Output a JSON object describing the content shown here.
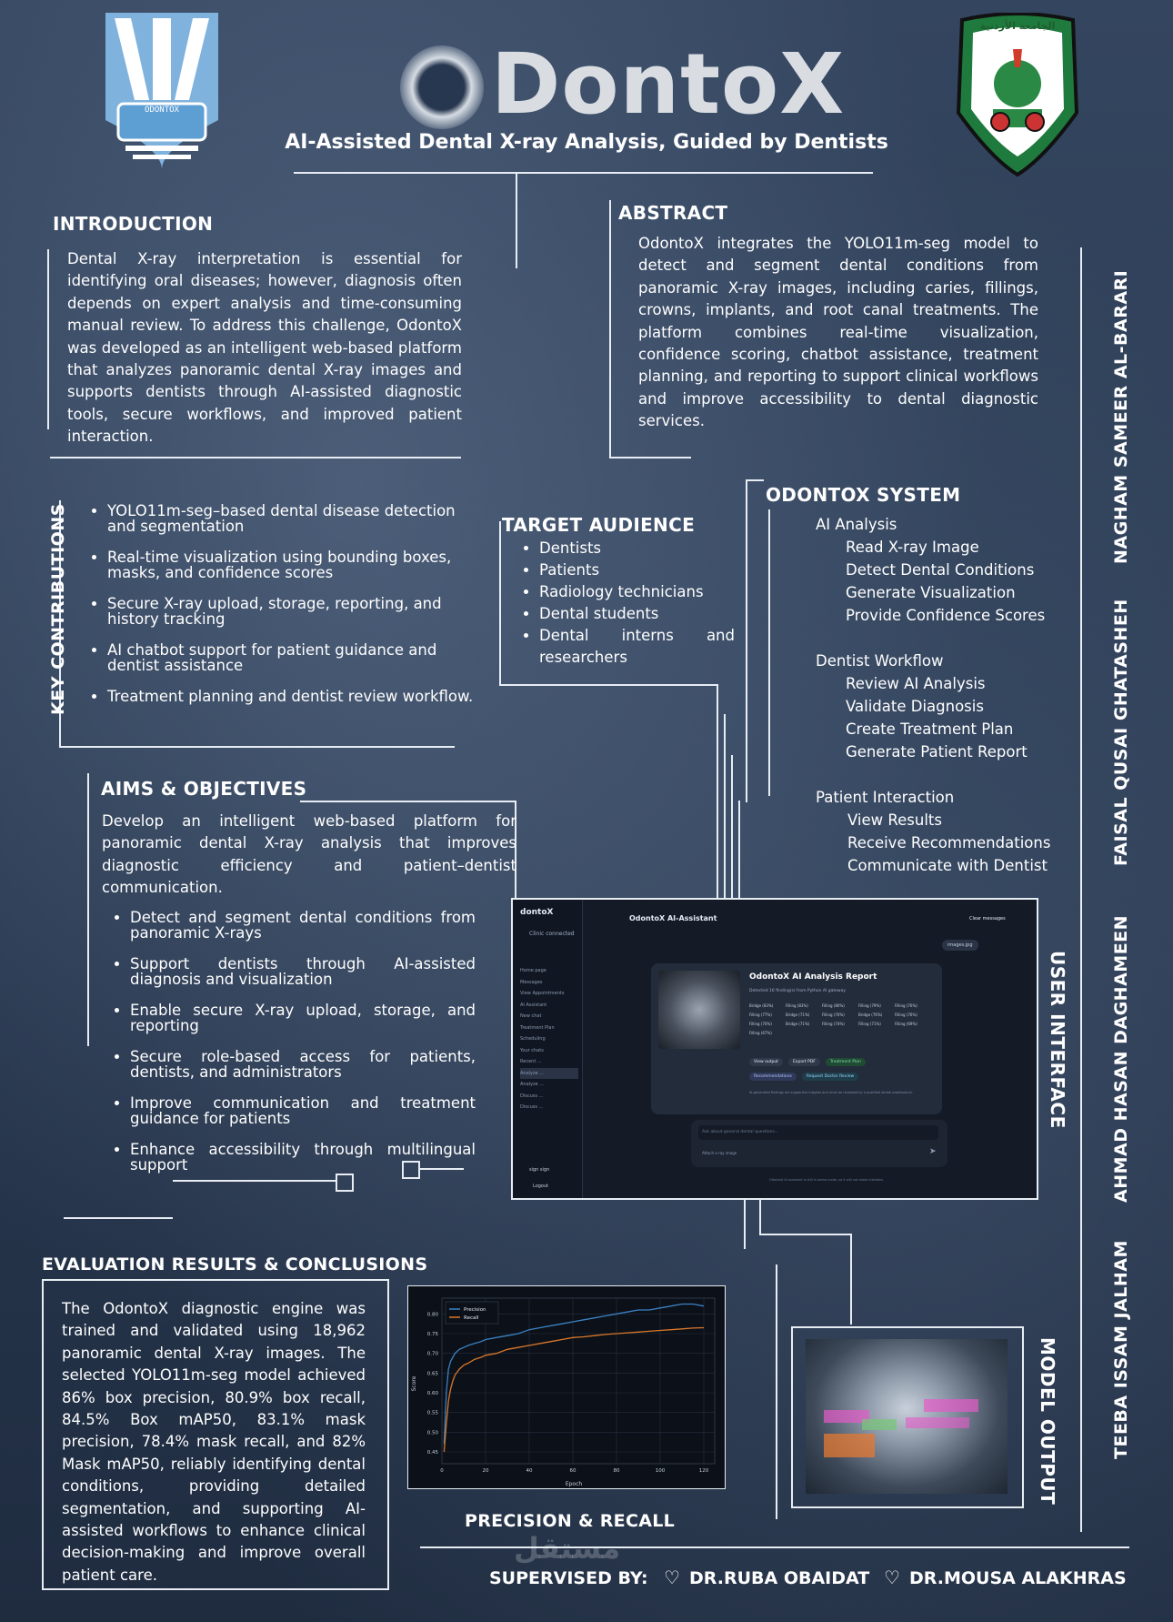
{
  "header": {
    "title": "DontoX",
    "subtitle": "AI-Assisted Dental X-ray Analysis, Guided by Dentists",
    "left_logo_text": "ODONTOX",
    "right_logo_text": "الجامعة الأردنية"
  },
  "introduction": {
    "heading": "INTRODUCTION",
    "text": "Dental X-ray interpretation is essential for identifying oral diseases; however, diagnosis often depends on expert analysis and time-consuming manual review. To address this challenge, OdontoX was developed as an intelligent web-based platform that analyzes panoramic dental X-ray images and supports dentists through AI-assisted diagnostic tools, secure workflows, and improved patient interaction."
  },
  "abstract": {
    "heading": "ABSTRACT",
    "text": "OdontoX integrates the YOLO11m-seg model to detect and segment dental conditions from panoramic X-ray images, including caries, fillings, crowns, implants, and root canal treatments. The platform combines real-time visualization, confidence scoring, chatbot assistance, treatment planning, and reporting to support clinical workflows and improve accessibility to dental diagnostic services."
  },
  "key_contributions": {
    "heading": "KEY CONTRIBUTIONS",
    "items": [
      "YOLO11m-seg–based dental disease detection and segmentation",
      "Real-time visualization using bounding boxes, masks, and confidence scores",
      " Secure X-ray upload, storage, reporting, and history tracking",
      "AI chatbot support for patient guidance and dentist assistance",
      "Treatment planning and dentist review workflow."
    ]
  },
  "target_audience": {
    "heading": "TARGET AUDIENCE",
    "items": [
      "Dentists",
      "Patients",
      "Radiology technicians",
      "Dental students",
      "Dental interns and researchers"
    ]
  },
  "system": {
    "heading": "ODONTOX SYSTEM",
    "groups": [
      {
        "label": "AI Analysis",
        "children": [
          "Read X-ray Image",
          "Detect Dental Conditions",
          "Generate Visualization",
          "Provide Confidence Scores"
        ]
      },
      {
        "label": "Dentist Workflow",
        "children": [
          "Review AI Analysis",
          "Validate Diagnosis",
          "Create Treatment Plan",
          "Generate Patient Report"
        ]
      },
      {
        "label": "Patient Interaction",
        "children": [
          "View Results",
          "Receive Recommendations",
          "Communicate with Dentist"
        ]
      }
    ]
  },
  "aims": {
    "heading": "AIMS & OBJECTIVES",
    "intro": "Develop an intelligent web-based platform for panoramic dental X-ray analysis that improves diagnostic efficiency and patient–dentist communication.",
    "items": [
      "Detect and segment dental conditions from panoramic X-rays",
      "Support dentists through AI-assisted diagnosis and visualization",
      "Enable secure X-ray upload, storage, and reporting",
      "Secure role-based access for patients, dentists, and administrators",
      "Improve communication and treatment guidance for patients",
      "Enhance accessibility through multilingual support"
    ]
  },
  "ui_mock": {
    "label": "USER INTERFACE",
    "app_name": "dontoX",
    "status": "Clinic connected",
    "panel_title": "OdontoX AI-Assistant",
    "clear": "Clear messages",
    "file_chip": "images.jpg",
    "report_title": "OdontoX AI Analysis Report",
    "report_sub": "Detected 16 finding(s) from Python AI gateway",
    "findings": [
      "Bridge (83%)",
      "Filling (83%)",
      "Filling (80%)",
      "Filling (79%)",
      "Filling (76%)",
      "Filling (77%)",
      "Bridge (71%)",
      "Filling (70%)",
      "Bridge (76%)",
      "Filling (76%)",
      "Filling (70%)",
      "Bridge (71%)",
      "Filling (74%)",
      "Filling (71%)",
      "Filling (69%)",
      "Filling (67%)"
    ],
    "buttons": [
      "View output",
      "Export PDF",
      "Treatment Plan",
      "Recommendations",
      "Request Doctor Review"
    ],
    "disclaimer": "AI-generated findings are supportive insights and must be reviewed by a qualified dental professional.",
    "input_placeholder": "Ask about general dental questions...",
    "attach": "Attach x-ray image",
    "nav": [
      "Home page",
      "Messages",
      "View Appointments",
      "AI Assistant",
      "New chat",
      "Treatment Plan",
      "Scheduling",
      "Your chats",
      "Recent ...",
      "Analyze ...",
      "Analyze ...",
      "Discuss ...",
      "Discuss ..."
    ],
    "user": "sign sign",
    "logout": "Logout",
    "footer_note": "OdontoX AI assistant is still in demo mode, so it will not make mistakes."
  },
  "evaluation": {
    "heading": "EVALUATION RESULTS & CONCLUSIONS",
    "text": "The OdontoX diagnostic engine was trained and validated using 18,962 panoramic dental X-ray images. The selected YOLO11m-seg model achieved 86% box precision, 80.9% box recall, 84.5% Box mAP50, 83.1% mask precision, 78.4% mask recall, and 82% Mask mAP50, reliably identifying dental conditions, providing detailed segmentation, and supporting AI-assisted workflows to enhance clinical decision-making and improve overall patient care."
  },
  "chart_caption": "PRECISION & RECALL",
  "model_output_label": "MODEL OUTPUT",
  "chart_data": {
    "type": "line",
    "xlabel": "Epoch",
    "ylabel": "Score",
    "xlim": [
      0,
      125
    ],
    "ylim": [
      0.42,
      0.84
    ],
    "xticks": [
      0,
      20,
      40,
      60,
      80,
      100,
      120
    ],
    "yticks": [
      0.45,
      0.5,
      0.55,
      0.6,
      0.65,
      0.7,
      0.75,
      0.8
    ],
    "legend_position": "top-left",
    "grid": true,
    "x": [
      1,
      2,
      3,
      4,
      5,
      6,
      8,
      10,
      12,
      15,
      18,
      20,
      25,
      30,
      35,
      40,
      45,
      50,
      55,
      60,
      65,
      70,
      75,
      80,
      85,
      90,
      95,
      100,
      105,
      110,
      115,
      120
    ],
    "series": [
      {
        "name": "Precision",
        "color": "#3b82c4",
        "values": [
          0.47,
          0.6,
          0.66,
          0.68,
          0.69,
          0.7,
          0.71,
          0.715,
          0.72,
          0.725,
          0.73,
          0.735,
          0.74,
          0.745,
          0.75,
          0.76,
          0.765,
          0.77,
          0.775,
          0.78,
          0.785,
          0.79,
          0.795,
          0.8,
          0.805,
          0.81,
          0.81,
          0.815,
          0.82,
          0.825,
          0.825,
          0.82
        ]
      },
      {
        "name": "Recall",
        "color": "#d9772b",
        "values": [
          0.45,
          0.52,
          0.58,
          0.61,
          0.63,
          0.645,
          0.66,
          0.67,
          0.675,
          0.685,
          0.69,
          0.695,
          0.7,
          0.71,
          0.715,
          0.72,
          0.725,
          0.73,
          0.735,
          0.74,
          0.742,
          0.745,
          0.748,
          0.75,
          0.752,
          0.754,
          0.756,
          0.758,
          0.76,
          0.762,
          0.764,
          0.765
        ]
      }
    ]
  },
  "authors": [
    "NAGHAM SAMEER AL-BARARI",
    "FAISAL QUSAI GHATASHEH",
    "AHMAD HASAN DAGHAMEEN",
    "TEEBA ISSAM JALHAM"
  ],
  "supervisors": {
    "label": "SUPERVISED BY:",
    "names": [
      "DR.RUBA OBAIDAT",
      "DR.MOUSA ALAKHRAS"
    ]
  },
  "watermark": "مستقل"
}
